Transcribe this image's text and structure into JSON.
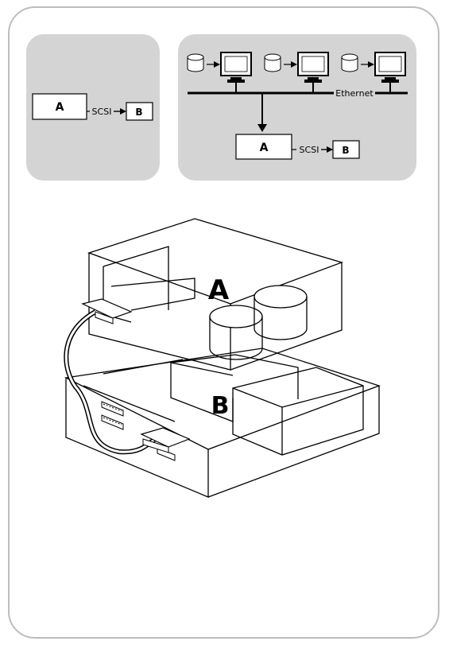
{
  "left_panel": {
    "box_a_label": "A",
    "link_label": "SCSI",
    "box_b_label": "B"
  },
  "right_panel": {
    "network_label": "Ethernet",
    "box_a_label": "A",
    "link_label": "SCSI",
    "box_b_label": "B",
    "workstation_count": 3
  },
  "illustration": {
    "upper_unit_label": "A",
    "lower_unit_label": "B"
  }
}
